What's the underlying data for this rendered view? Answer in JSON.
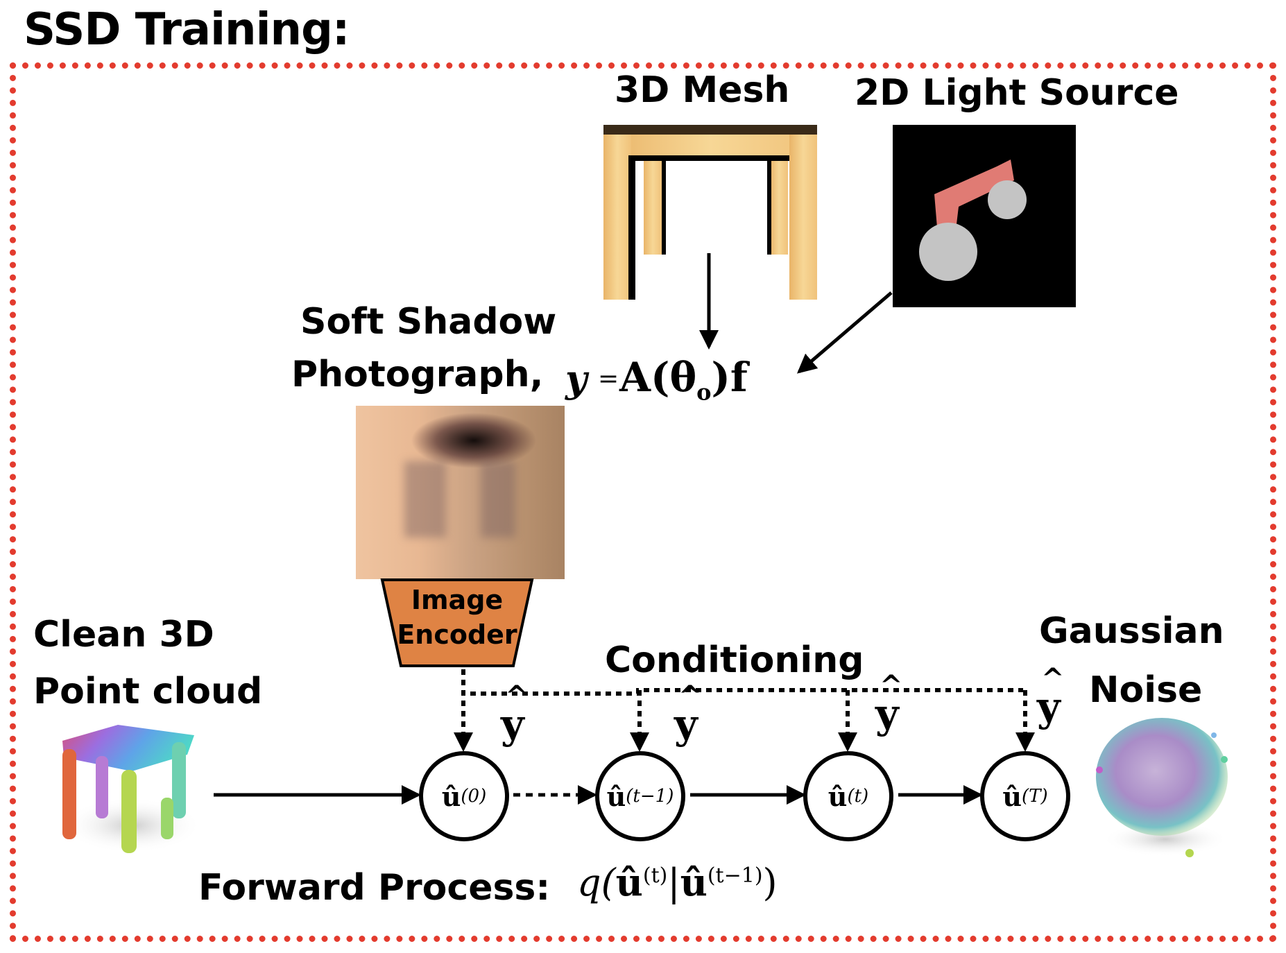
{
  "title": "SSD Training:",
  "colors": {
    "frame": "#e33b2e",
    "encoder": "#df8344",
    "mesh_wood": "#f2c77e",
    "light_bar": "#e07b74",
    "light_ball": "#c4c4c4"
  },
  "labels": {
    "mesh": "3D Mesh",
    "light": "2D Light Source",
    "shadow_line1": "Soft Shadow",
    "shadow_line2": "Photograph,",
    "clean_line1": "Clean 3D",
    "clean_line2": "Point cloud",
    "gauss_line1": "Gaussian",
    "gauss_line2": "Noise",
    "conditioning": "Conditioning",
    "forward": "Forward Process:"
  },
  "encoder": {
    "line1": "Image",
    "line2": "Encoder"
  },
  "equation": {
    "var": "y",
    "eq": "=",
    "rhs": "A(θ",
    "sub": "o",
    "end": ")f"
  },
  "forward_eq": {
    "q": "q(",
    "u1": "û",
    "s1": "(t)",
    "bar": "|",
    "u2": "û",
    "s2": "(t−1)",
    "close": ")"
  },
  "nodes": [
    {
      "base": "û",
      "sup": "(0)"
    },
    {
      "base": "û",
      "sup": "(t−1)"
    },
    {
      "base": "û",
      "sup": "(t)"
    },
    {
      "base": "û",
      "sup": "(T)"
    }
  ],
  "yhat": {
    "letter": "y",
    "hat": "^"
  }
}
